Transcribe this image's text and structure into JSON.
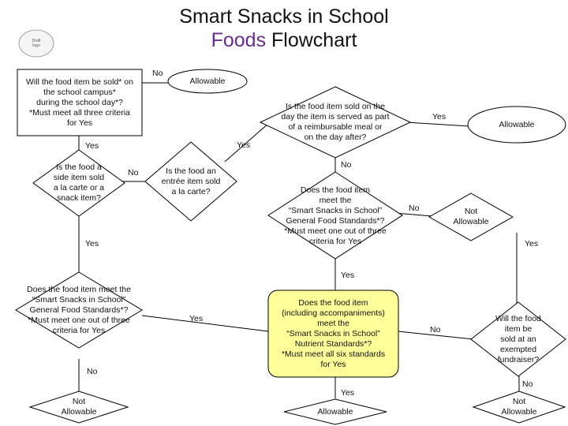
{
  "title": {
    "line1": "Smart Snacks in School",
    "accent": "Foods",
    "rest": " Flowchart"
  },
  "logo": {
    "text": "Draft\nlogo"
  },
  "colors": {
    "decision_fill": "#ffffff",
    "highlight_fill": "#ffff99",
    "stroke": "#000000",
    "title_accent": "#6a2d8f"
  },
  "nodes": {
    "q1": "Will the food item be sold* on\nthe school campus*\nduring the school day*?\n*Must meet all three criteria\nfor Yes",
    "allow_top": "Allowable",
    "q_side": "Is the food a\nside item sold\na la carte or a\nsnack item?",
    "q_entree": "Is the food an\nentrée item sold\na la carte?",
    "q_reimb": "Is the food item sold on the\nday the item is served as part\nof a reimbursable meal or\non the day after?",
    "allow_right": "Allowable",
    "q_general": "Does the food item\nmeet the\n“Smart Snacks in School”\nGeneral Food Standards*?\n*Must meet one out of three\ncriteria for Yes",
    "not_allow_mid": "Not\nAllowable",
    "q_general_left": "Does the food item meet the\n“Smart Snacks in School”\nGeneral Food Standards*?\n*Must meet one out of three\ncriteria for Yes",
    "q_nutrient": "Does the food item\n(including accompaniments)\nmeet the\n“Smart Snacks in School”\nNutrient Standards*?\n*Must meet all six standards\nfor Yes",
    "q_fundraiser": "Will the food\nitem be\nsold at an\nexempted\nfundraiser?",
    "not_allow_left": "Not\nAllowable",
    "allow_bottom": "Allowable",
    "not_allow_right": "Not\nAllowable"
  },
  "labels": {
    "no_q1": "No",
    "yes_q1": "Yes",
    "no_side": "No",
    "yes_entree": "Yes",
    "yes_reimb": "Yes",
    "no_reimb": "No",
    "yes_side": "Yes",
    "no_general": "No",
    "yes_general": "Yes",
    "yes_left_general": "Yes",
    "no_left_general": "No",
    "no_nutrient": "No",
    "yes_nutrient": "Yes",
    "yes_fundraiser": "Yes",
    "no_fundraiser": "No"
  }
}
